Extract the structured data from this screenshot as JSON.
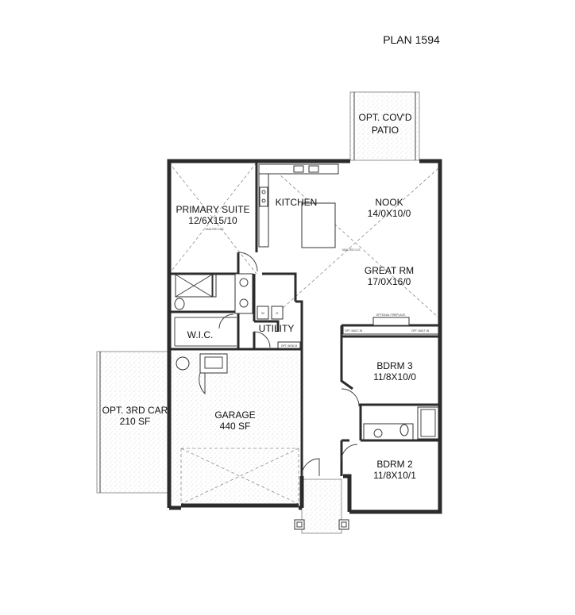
{
  "plan_title": "PLAN 1594",
  "rooms": {
    "patio": {
      "line1": "OPT. COV'D",
      "line2": "PATIO"
    },
    "primary_suite": {
      "name": "PRIMARY SUITE",
      "dims": "12/6X15/10",
      "note": "VAULTED CLG"
    },
    "kitchen": {
      "name": "KITCHEN"
    },
    "nook": {
      "name": "NOOK",
      "dims": "14/0X10/0"
    },
    "great_room": {
      "name": "GREAT RM",
      "dims": "17/0X16/0",
      "note": "VAULTED CLG"
    },
    "wic": {
      "name": "W.I.C."
    },
    "utility": {
      "name": "UTILITY"
    },
    "bedroom3": {
      "name": "BDRM 3",
      "dims": "11/8X10/0"
    },
    "bedroom2": {
      "name": "BDRM 2",
      "dims": "11/8X10/1"
    },
    "garage": {
      "name": "GARAGE",
      "area": "440 SF"
    },
    "third_car": {
      "line1": "OPT. 3RD CAR",
      "line2": "210 SF"
    }
  },
  "annotations": {
    "optional_fireplace": "OPTIONAL FIREPLACE",
    "builtin_left": "OPT. BUILT-IN",
    "builtin_right": "OPT. BUILT-IN",
    "opt_bench": "OPT. BENCH",
    "washer": "W",
    "dryer": "D"
  },
  "colors": {
    "wall": "#2b2b2b",
    "stipple": "#b5b5b5",
    "background": "#ffffff"
  }
}
